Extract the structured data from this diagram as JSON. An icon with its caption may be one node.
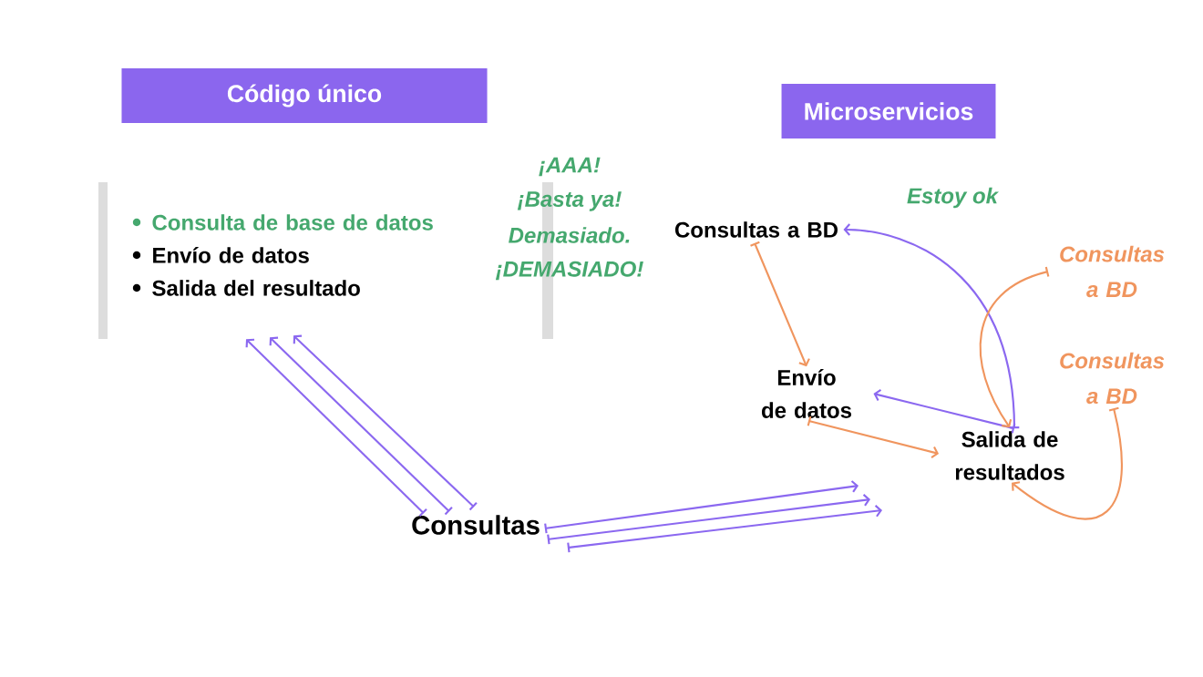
{
  "diagram": {
    "nodes": [
      {
        "text": [
          "Código único"
        ]
      },
      {
        "text": [
          "Microservicios"
        ]
      },
      {
        "text": [
          "Consulta de base de datos",
          "Envío de datos",
          "Salida del resultado"
        ]
      },
      {
        "text": [
          "Consultas"
        ]
      },
      {
        "text": [
          "Consultas a BD"
        ]
      },
      {
        "text": [
          "Envío de datos"
        ]
      },
      {
        "text": [
          "Salida de resultados"
        ]
      },
      {
        "text": [
          "Consultas a BD"
        ]
      },
      {
        "text": [
          "Consultas a BD"
        ]
      }
    ],
    "edges": [
      {
        "from": 3,
        "to": 2,
        "arrow": "to"
      },
      {
        "from": 3,
        "to": 2,
        "arrow": "to"
      },
      {
        "from": 3,
        "to": 2,
        "arrow": "to"
      },
      {
        "from": 3,
        "to": null,
        "arrow": "to"
      },
      {
        "from": 3,
        "to": null,
        "arrow": "to"
      },
      {
        "from": 3,
        "to": null,
        "arrow": "to"
      },
      {
        "from": 6,
        "to": 4,
        "arrow": "to"
      },
      {
        "from": 6,
        "to": 5,
        "arrow": "to"
      },
      {
        "from": 4,
        "to": 5,
        "arrow": "to",
        "color": "#f0955e"
      },
      {
        "from": 5,
        "to": 6,
        "arrow": "to",
        "color": "#f0955e"
      },
      {
        "from": 7,
        "to": 6,
        "arrow": "to",
        "color": "#f0955e"
      },
      {
        "from": 8,
        "to": 6,
        "arrow": "to",
        "color": "#f0955e"
      }
    ],
    "labels": [
      "¡AAA!",
      "¡Basta ya!",
      "Demasiado.",
      "¡DEMASIADO!",
      "Estoy ok"
    ]
  }
}
